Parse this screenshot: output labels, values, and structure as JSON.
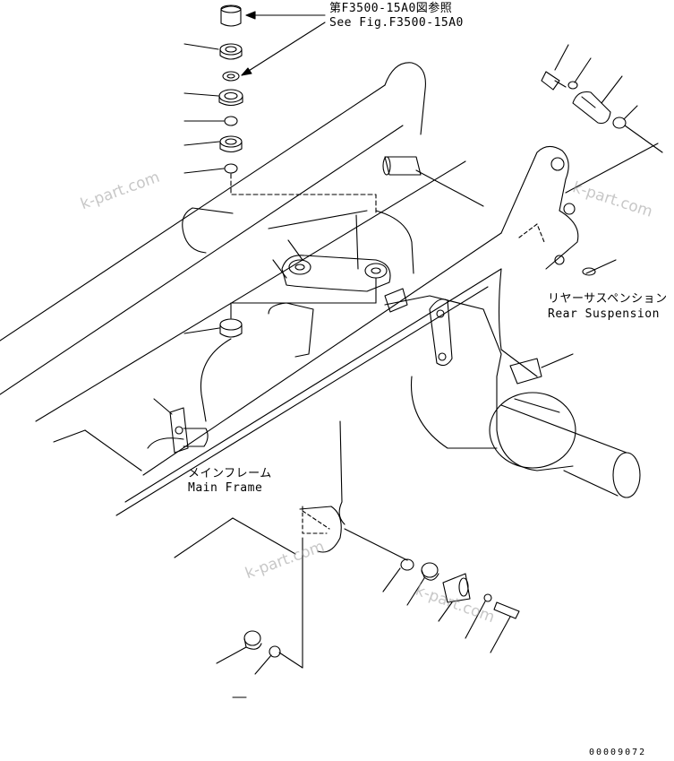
{
  "references": {
    "jp": "第F3500-15A0図参照",
    "en": "See Fig.F3500-15A0"
  },
  "rear_suspension": {
    "jp": "リヤーサスペンション",
    "en": "Rear Suspension"
  },
  "main_frame": {
    "jp": "メインフレーム",
    "en": "Main Frame"
  },
  "watermarks": [
    "k-part.com",
    "k-part.com",
    "k-part.com",
    "k-part.com"
  ],
  "drawing_number": "00009072",
  "colors": {
    "line": "#000000",
    "watermark": "#9a9a9a",
    "background": "#ffffff"
  }
}
